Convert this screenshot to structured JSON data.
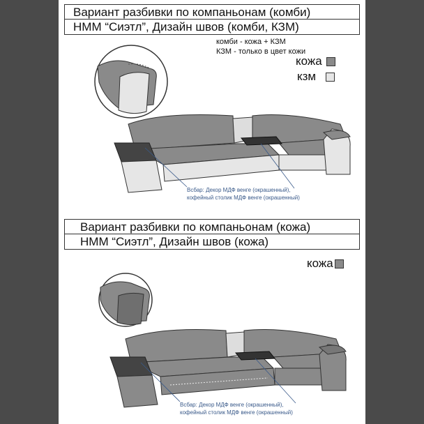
{
  "section1": {
    "line1": "Вариант разбивки по компаньонам (комби)",
    "line2": "НММ “Сиэтл”, Дизайн швов (комби, КЗМ)",
    "note1": "комби - кожа + КЗМ",
    "note2": "КЗМ - только в цвет кожи",
    "legend": [
      {
        "label": "кожа",
        "color": "#8a8a8a"
      },
      {
        "label": "кзм",
        "color": "#e6e6e6"
      }
    ],
    "callout1": "Всбар: Декор МДФ венге (окрашенный),",
    "callout2": "кофейный столик МДФ венге (окрашенный)"
  },
  "section2": {
    "line1": "Вариант разбивки по компаньонам (кожа)",
    "line2": "НММ “Сиэтл”, Дизайн швов (кожа)",
    "legend": [
      {
        "label": "кожа",
        "color": "#8a8a8a"
      }
    ],
    "callout1": "Всбар: Декор  МДФ венге (окрашенный),",
    "callout2": "кофейный столик МДФ венге (окрашенный)"
  }
}
